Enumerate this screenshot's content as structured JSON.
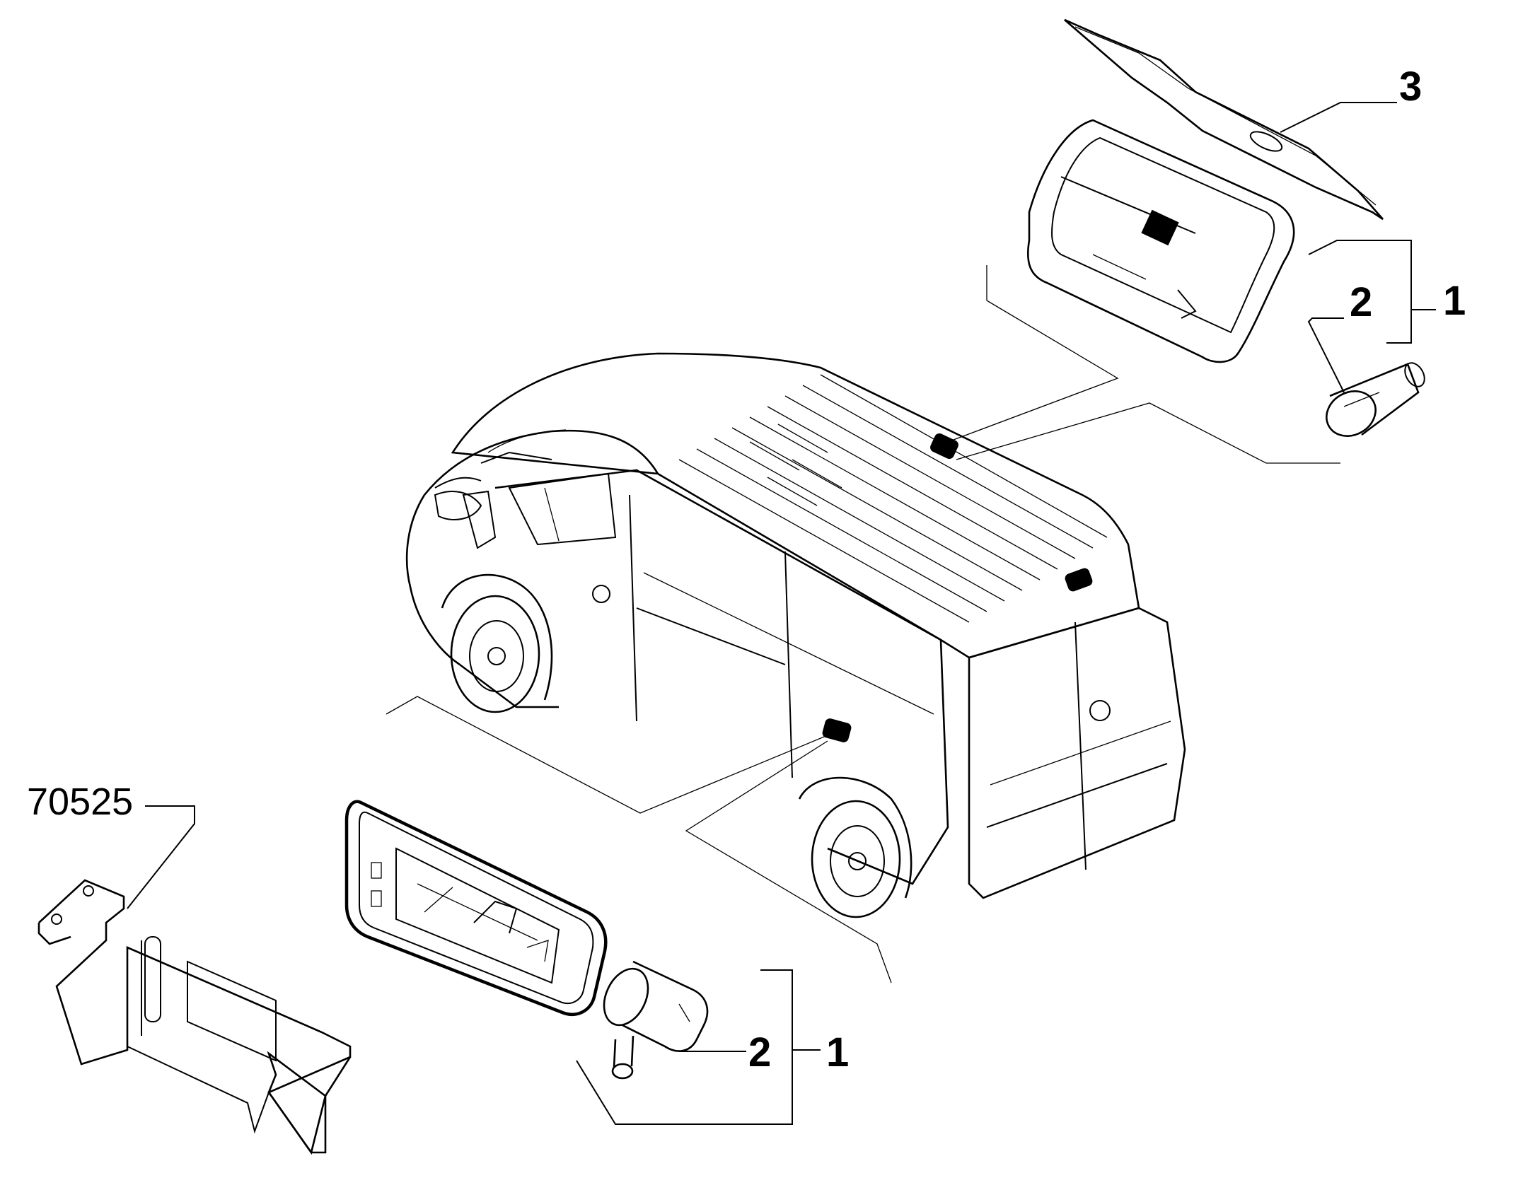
{
  "diagram": {
    "callouts": {
      "roof_lamp_gasket": "3",
      "roof_lamp_bulb": "2",
      "roof_lamp_assembly": "1",
      "side_lamp_bulb": "2",
      "side_lamp_assembly": "1"
    },
    "reference_code": "70525",
    "line_color": "#000000",
    "background_color": "#ffffff"
  }
}
